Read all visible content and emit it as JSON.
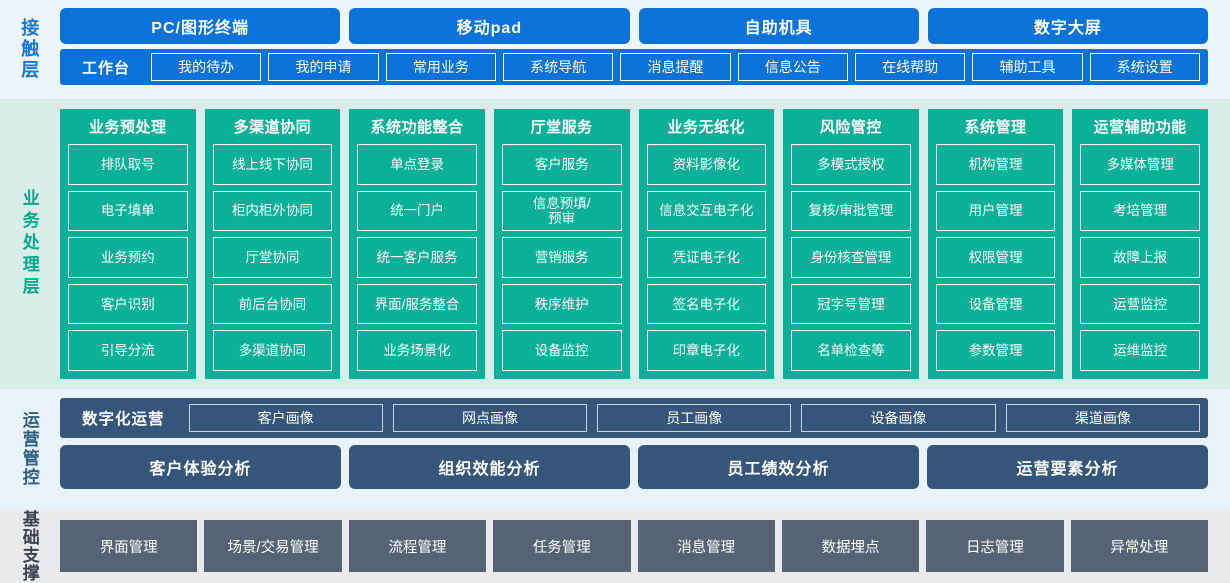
{
  "layers": {
    "contact": {
      "label": "接触层",
      "channels": [
        "PC/图形终端",
        "移动pad",
        "自助机具",
        "数字大屏"
      ],
      "workbench_title": "工作台",
      "workbench_items": [
        "我的待办",
        "我的申请",
        "常用业务",
        "系统导航",
        "消息提醒",
        "信息公告",
        "在线帮助",
        "辅助工具",
        "系统设置"
      ]
    },
    "business": {
      "label": "业务处理层",
      "columns": [
        {
          "title": "业务预处理",
          "items": [
            "排队取号",
            "电子填单",
            "业务预约",
            "客户识别",
            "引导分流"
          ]
        },
        {
          "title": "多渠道协同",
          "items": [
            "线上线下协同",
            "柜内柜外协同",
            "厅堂协同",
            "前后台协同",
            "多渠道协同"
          ]
        },
        {
          "title": "系统功能整合",
          "items": [
            "单点登录",
            "统一门户",
            "统一客户服务",
            "界面/服务整合",
            "业务场景化"
          ]
        },
        {
          "title": "厅堂服务",
          "items": [
            "客户服务",
            "信息预填/\n预审",
            "营销服务",
            "秩序维护",
            "设备监控"
          ]
        },
        {
          "title": "业务无纸化",
          "items": [
            "资料影像化",
            "信息交互电子化",
            "凭证电子化",
            "签名电子化",
            "印章电子化"
          ]
        },
        {
          "title": "风险管控",
          "items": [
            "多模式授权",
            "复核/审批管理",
            "身份核查管理",
            "冠字号管理",
            "名单检查等"
          ]
        },
        {
          "title": "系统管理",
          "items": [
            "机构管理",
            "用户管理",
            "权限管理",
            "设备管理",
            "参数管理"
          ]
        },
        {
          "title": "运营辅助功能",
          "items": [
            "多媒体管理",
            "考培管理",
            "故障上报",
            "运营监控",
            "运维监控"
          ]
        }
      ]
    },
    "operations": {
      "label": "运营管控",
      "digital_title": "数字化运营",
      "portraits": [
        "客户画像",
        "网点画像",
        "员工画像",
        "设备画像",
        "渠道画像"
      ],
      "analyses": [
        "客户体验分析",
        "组织效能分析",
        "员工绩效分析",
        "运营要素分析"
      ]
    },
    "foundation": {
      "label": "基础支撑",
      "items": [
        "界面管理",
        "场景/交易管理",
        "流程管理",
        "任务管理",
        "消息管理",
        "数据埋点",
        "日志管理",
        "异常处理"
      ]
    }
  },
  "colors": {
    "contact_band_bg": "#eef6fd",
    "contact_blue": "#0b72d9",
    "business_band_bg": "#daeee9",
    "business_teal": "#0ab098",
    "ops_band_bg": "#e7f2fa",
    "ops_navy": "#35557a",
    "foundation_band_bg": "#e9eaec",
    "foundation_gray": "#566374"
  }
}
